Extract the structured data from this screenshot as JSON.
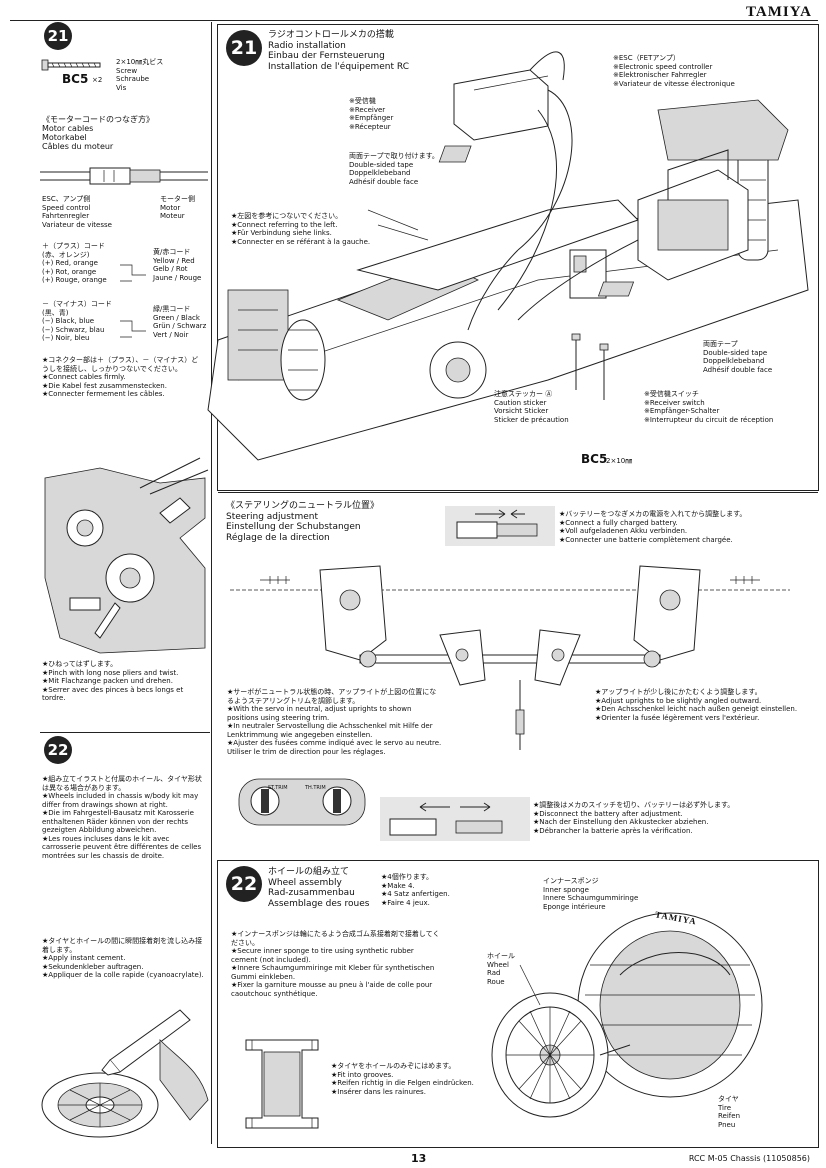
{
  "header": {
    "brand": "TAMIYA"
  },
  "left": {
    "step21_number": "21",
    "screw_spec": "2×10㎜丸ビス\nScrew\nSchraube\nVis",
    "screw_code": "BC5",
    "screw_qty": "×2",
    "motor_cables": "《モーターコードのつなぎ方》\nMotor cables\nMotorkabel\nCâbles du moteur",
    "esc_side": "ESC、アンプ側\nSpeed control\nFahrtenregler\nVariateur de vitesse",
    "motor_side": "モーター側\nMotor\nMoteur",
    "plus_cord": "＋（プラス）コード\n(赤、オレンジ)\n(+) Red, orange\n(+) Rot, orange\n(+) Rouge, orange",
    "yellow_red": "黄/赤コード\nYellow / Red\nGelb / Rot\nJaune / Rouge",
    "minus_cord": "－（マイナス）コード\n(黒、青)\n(−) Black, blue\n(−) Schwarz, blau\n(−) Noir, bleu",
    "green_black": "緑/黒コード\nGreen / Black\nGrün / Schwarz\nVert / Noir",
    "connector_note": "★コネクター部は＋（プラス）、－（マイナス）どうしを接続し、しっかりつないでください。\n★Connect cables firmly.\n★Die Kabel fest zusammenstecken.\n★Connecter fermement les câbles.",
    "pliers_note": "★ひねってはずします。\n★Pinch with long nose pliers and twist.\n★Mit Flachzange packen und drehen.\n★Serrer avec des pinces à becs longs et tordre.",
    "step22_number": "22",
    "wheels_note": "★組み立てイラストと付属のホイール、タイヤ形状は異なる場合があります。\n★Wheels included in chassis w/body kit may differ from drawings shown at right.\n★Die im Fahrgestell-Bausatz mit Karosserie enthaltenen Räder können von der rechts gezeigten Abbildung abweichen.\n★Les roues incluses dans le kit avec carrosserie peuvent être différentes de celles montrées sur les chassis de droite.",
    "glue_note": "★タイヤとホイールの間に瞬間接着剤を流し込み接着します。\n★Apply instant cement.\n★Sekundenkleber auftragen.\n★Appliquer de la colle rapide (cyanoacrylate)."
  },
  "step21": {
    "number": "21",
    "title": "ラジオコントロールメカの搭載\nRadio installation\nEinbau der Fernsteuerung\nInstallation de l'équipement RC",
    "receiver": "※受信機\n※Receiver\n※Empfänger\n※Récepteur",
    "tape_top": "両面テープで取り付けます。\nDouble-sided tape\nDoppelklebeband\nAdhésif double face",
    "esc": "※ESC（FETアンプ）\n※Electronic speed controller\n※Elektronischer Fahrregler\n※Variateur de vitesse électronique",
    "connect_note": "★左図を参考につないでください。\n★Connect referring to the left.\n★Für Verbindung siehe links.\n★Connecter en se référant à la gauche.",
    "tape_right": "両面テープ\nDouble-sided tape\nDoppelklebeband\nAdhésif double face",
    "caution": "注意ステッカー Ⓐ\nCaution sticker\nVorsicht Sticker\nSticker de précaution",
    "receiver_switch": "※受信機スイッチ\n※Receiver switch\n※Empfänger-Schalter\n※Interrupteur du circuit de réception",
    "screw_code": "BC5",
    "screw_size": "2×10㎜"
  },
  "steering": {
    "title": "《ステアリングのニュートラル位置》\nSteering adjustment\nEinstellung der Schubstangen\nRéglage de la direction",
    "battery_on": "★バッテリーをつなぎメカの電源を入れてから調整します。\n★Connect a fully charged battery.\n★Voll aufgeladenen Akku verbinden.\n★Connecter une batterie complètement chargée.",
    "servo_neutral": "★サーボがニュートラル状態の時、アップライトが上図の位置になるようステアリングトリムを調節します。\n★With the servo in neutral, adjust uprights to shown positions using steering trim.\n★In neutraler Servostellung die Achsschenkel mit Hilfe der Lenktrimmung wie angegeben einstellen.\n★Ajuster des fusées comme indiqué avec le servo au neutre. Utiliser le trim de direction pour les réglages.",
    "uprights_angled": "★アップライトが少し後にかたむくよう調整します。\n★Adjust uprights to be slightly angled outward.\n★Den Achsschenkel leicht nach außen geneigt einstellen.\n★Orienter la fusée légèrement vers l'extérieur.",
    "disconnect": "★調整後はメカのスイッチを切り、バッテリーは必ず外します。\n★Disconnect the battery after adjustment.\n★Nach der Einstellung den Akkustecker abziehen.\n★Débrancher la batterie après la vérification.",
    "tx_label_1": "ST.TRIM",
    "tx_label_2": "TH.TRIM"
  },
  "step22": {
    "number": "22",
    "title": "ホイールの組み立て\nWheel assembly\nRad-zusammenbau\nAssemblage des roues",
    "make4": "★4個作ります。\n★Make 4.\n★4 Satz anfertigen.\n★Faire 4 jeux.",
    "inner_sponge": "インナースポンジ\nInner sponge\nInnere Schaumgummiringe\nEponge intérieure",
    "sponge_note": "★インナースポンジは輪にたるよう合成ゴム系接着剤で接着してください。\n★Secure inner sponge to tire using synthetic rubber cement (not included).\n★Innere Schaumgummiringe mit Kleber für synthetischen Gummi einkleben.\n★Fixer la garniture mousse au pneu à l'aide de colle pour caoutchouc synthétique.",
    "wheel": "ホイール\nWheel\nRad\nRoue",
    "fit_grooves": "★タイヤをホイールのみぞにはめます。\n★Fit into grooves.\n★Reifen richtig in die Felgen eindrücken.\n★Insérer dans les rainures.",
    "tire": "タイヤ\nTire\nReifen\nPneu",
    "tire_brand": "TAMIYA"
  },
  "footer": {
    "page_number": "13",
    "doc_ref": "RCC M-05 Chassis (11050856)"
  }
}
